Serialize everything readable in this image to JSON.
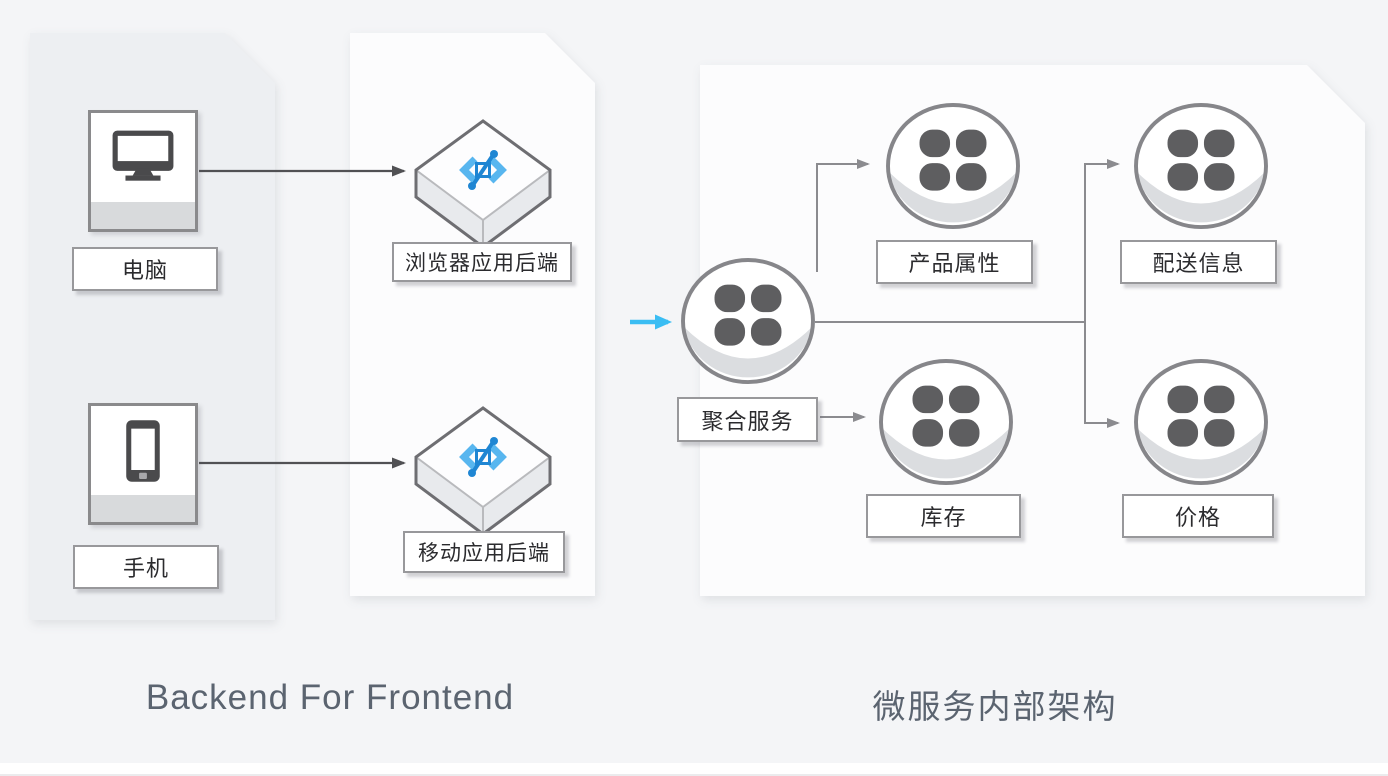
{
  "diagram": {
    "left": {
      "caption": "Backend For Frontend",
      "clients": [
        {
          "label": "电脑",
          "icon": "desktop-computer-icon"
        },
        {
          "label": "手机",
          "icon": "smartphone-icon"
        }
      ],
      "backends": [
        {
          "label": "浏览器应用后端",
          "icon": "code-integration-icon"
        },
        {
          "label": "移动应用后端",
          "icon": "code-integration-icon"
        }
      ]
    },
    "right": {
      "caption": "微服务内部架构",
      "aggregator": {
        "label": "聚合服务",
        "icon": "microservice-icon"
      },
      "services": [
        {
          "label": "产品属性",
          "icon": "microservice-icon"
        },
        {
          "label": "配送信息",
          "icon": "microservice-icon"
        },
        {
          "label": "库存",
          "icon": "microservice-icon"
        },
        {
          "label": "价格",
          "icon": "microservice-icon"
        }
      ]
    },
    "colors": {
      "page_background": "#f4f5f7",
      "panel_gray": "#edeff2",
      "panel_white": "#fcfcfd",
      "accent_cyan_arrow": "#3abdf3",
      "icon_blue_light": "#58b6ef",
      "icon_blue_dark": "#1f86d3",
      "connector_gray": "#8b8b8f",
      "arrow_dark": "#515154",
      "petal_gray": "#5e5e60",
      "caption_text": "#5b6470"
    }
  }
}
